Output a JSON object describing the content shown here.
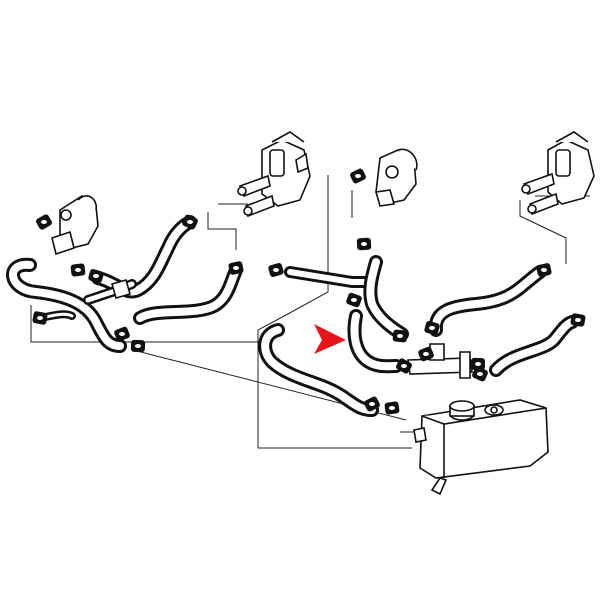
{
  "diagram": {
    "type": "exploded parts diagram",
    "subject": "coolant hoses",
    "highlight_color": "#e8141b",
    "ink_color": "#111111",
    "background": "#ffffff",
    "parts": {
      "left_group": [
        "left-engine-outlet",
        "left-heater-valve",
        "left-lower-hose",
        "left-upper-hose",
        "left-middle-hose",
        "left-right-hose"
      ],
      "right_group": [
        "right-engine-outlet",
        "right-heater-valve",
        "bypass-pipe",
        "highlighted-hose",
        "tee-connector",
        "right-upper-hose",
        "right-lower-hose",
        "expansion-tank"
      ]
    },
    "pointer": "red-arrow"
  }
}
